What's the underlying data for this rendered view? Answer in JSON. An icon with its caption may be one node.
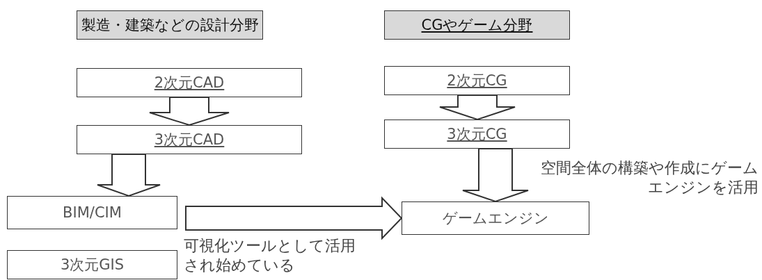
{
  "diagram": {
    "nodes": [
      {
        "text": [
          "製造・建築などの設計分野"
        ]
      },
      {
        "text": [
          "CGやゲーム分野"
        ]
      },
      {
        "text": [
          "2次元CAD"
        ]
      },
      {
        "text": [
          "3次元CAD"
        ]
      },
      {
        "text": [
          "BIM/CIM"
        ]
      },
      {
        "text": [
          "3次元GIS"
        ]
      },
      {
        "text": [
          "2次元CG"
        ]
      },
      {
        "text": [
          "3次元CG"
        ]
      },
      {
        "text": [
          "ゲームエンジン"
        ]
      }
    ],
    "edges": [
      {
        "from": 2,
        "to": 3,
        "arrow": "to"
      },
      {
        "from": 3,
        "to": 4,
        "arrow": "to"
      },
      {
        "from": 6,
        "to": 7,
        "arrow": "to"
      },
      {
        "from": 7,
        "to": 8,
        "arrow": "to",
        "label": "空間全体の構築や作成にゲームエンジンを活用"
      },
      {
        "from": 4,
        "to": 8,
        "arrow": "to",
        "label": "可視化ツールとして活用され始めている"
      }
    ]
  }
}
